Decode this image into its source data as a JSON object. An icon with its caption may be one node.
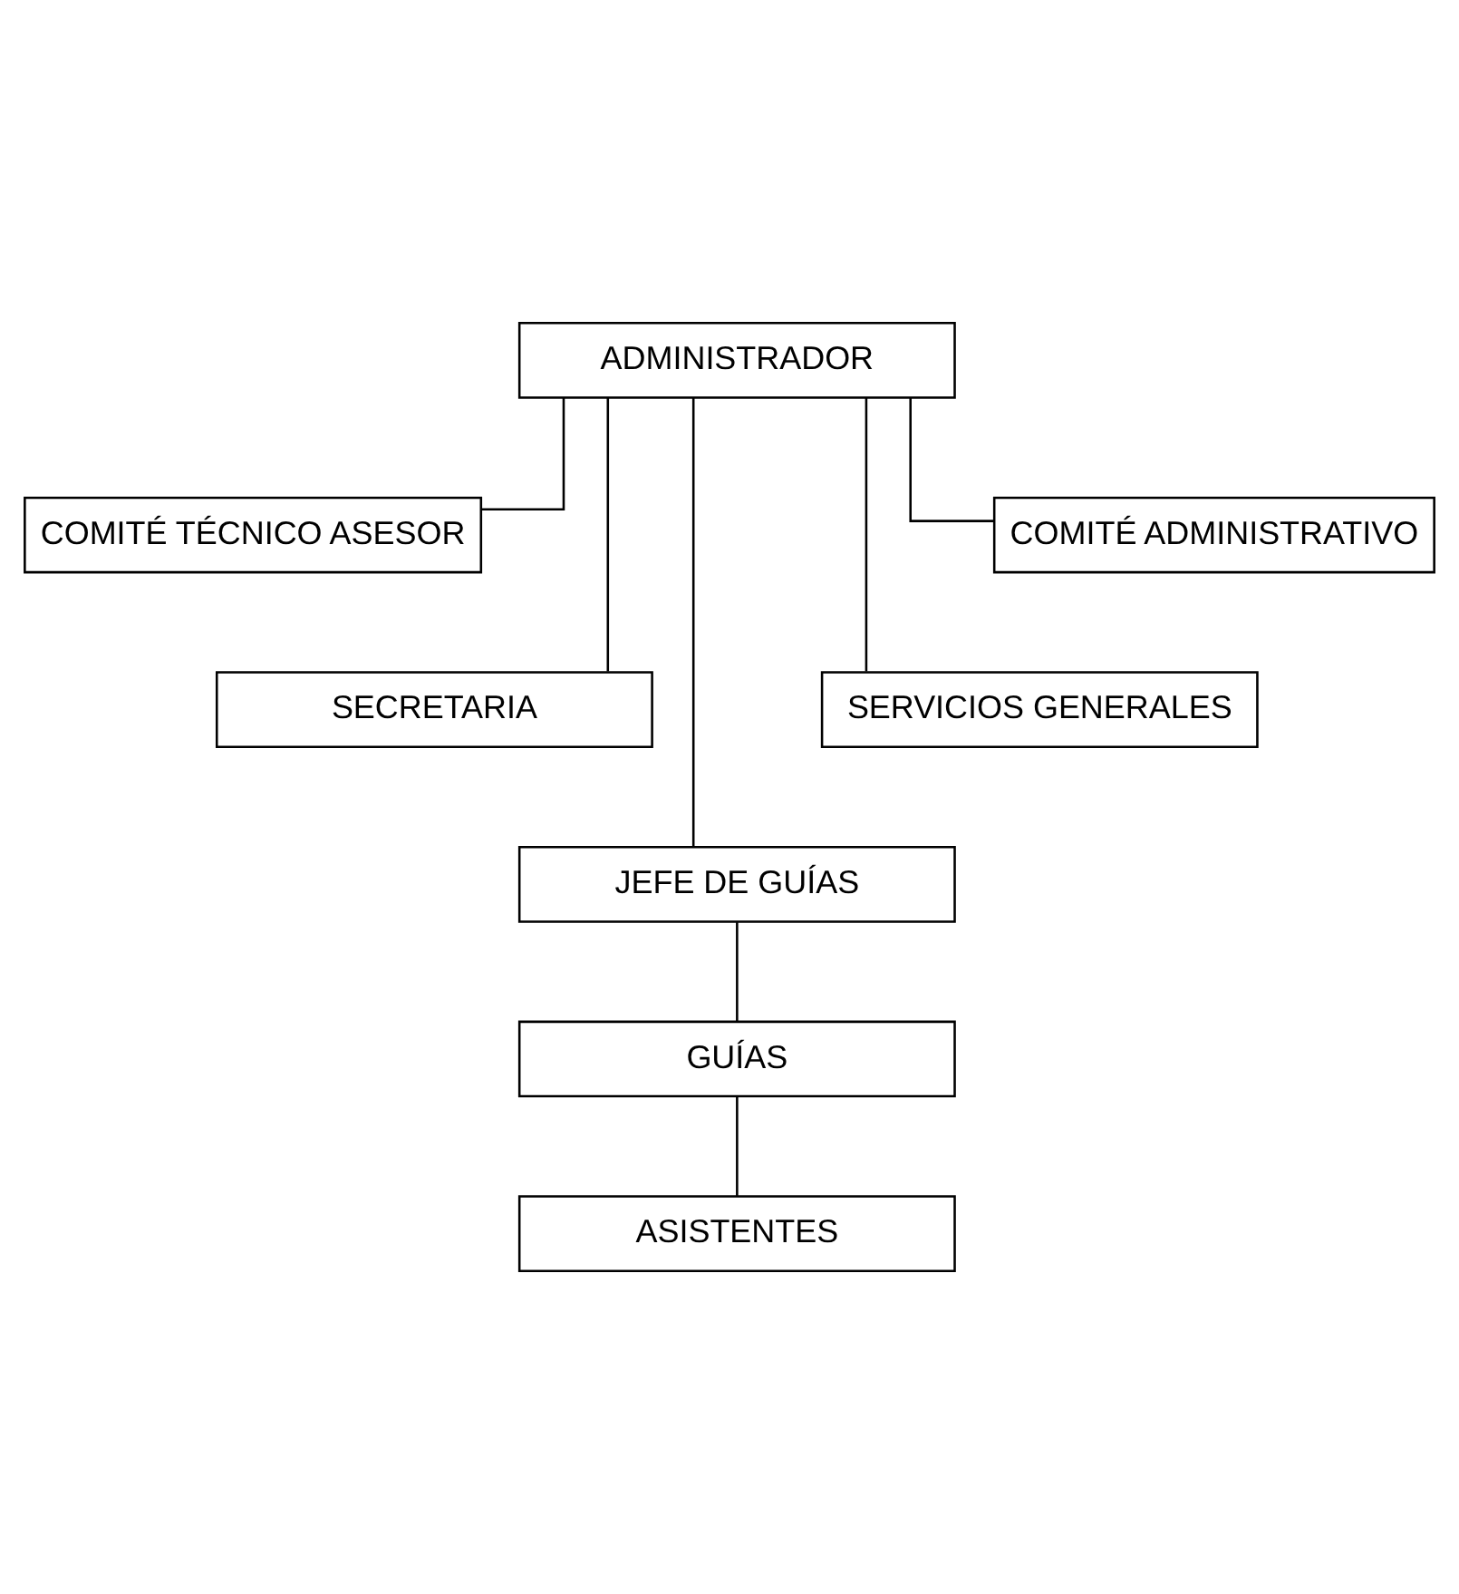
{
  "diagram": {
    "nodes": [
      {
        "text": [
          "ADMINISTRADOR"
        ]
      },
      {
        "text": [
          "COMITÉ TÉCNICO ASESOR"
        ]
      },
      {
        "text": [
          "COMITÉ ADMINISTRATIVO"
        ]
      },
      {
        "text": [
          "SECRETARIA"
        ]
      },
      {
        "text": [
          "SERVICIOS GENERALES"
        ]
      },
      {
        "text": [
          "JEFE DE GUÍAS"
        ]
      },
      {
        "text": [
          "GUÍAS"
        ]
      },
      {
        "text": [
          "ASISTENTES"
        ]
      }
    ],
    "edges": [
      {
        "from": 0,
        "to": 1,
        "arrow": "none"
      },
      {
        "from": 0,
        "to": 2,
        "arrow": "none"
      },
      {
        "from": 0,
        "to": 3,
        "arrow": "none"
      },
      {
        "from": 0,
        "to": 4,
        "arrow": "none"
      },
      {
        "from": 0,
        "to": 5,
        "arrow": "none"
      },
      {
        "from": 5,
        "to": 6,
        "arrow": "none"
      },
      {
        "from": 6,
        "to": 7,
        "arrow": "none"
      }
    ]
  }
}
